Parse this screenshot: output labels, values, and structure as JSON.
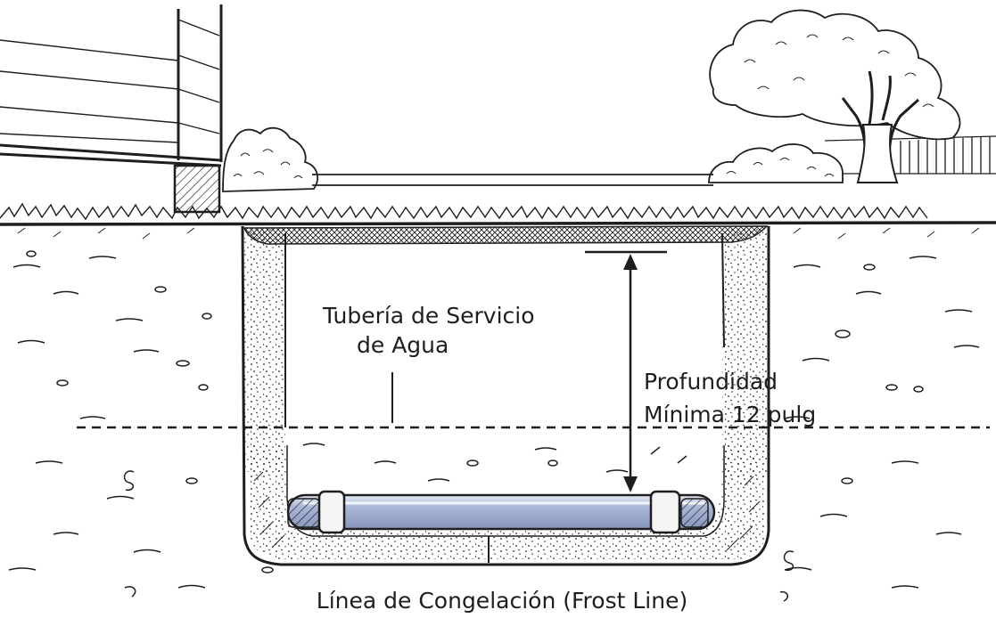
{
  "labels": {
    "pipe_line1": "Tubería de Servicio",
    "pipe_line2": "de Agua",
    "depth_line1": "Profundidad",
    "depth_line2": "Mínima  12 pulg",
    "frost_line": "Línea de Congelación (Frost Line)"
  },
  "colors": {
    "ink": "#1e1e1e",
    "pipe_fill": "#a9b6d6",
    "pipe_highlight": "#d9e0f0",
    "fitting": "#f4f4f4",
    "background": "#ffffff"
  }
}
